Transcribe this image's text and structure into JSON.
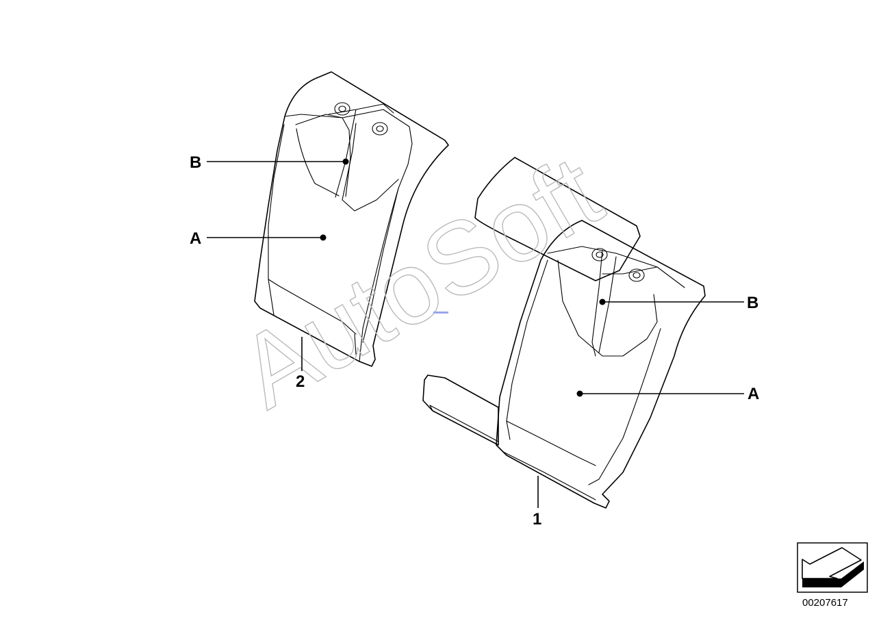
{
  "watermark": "AutoSoft",
  "callouts": {
    "left_B": "B",
    "left_A": "A",
    "right_B": "B",
    "right_A": "A",
    "part_1": "1",
    "part_2": "2"
  },
  "part_number": "00207617",
  "icons": {
    "corner_badge": "arrow-badge-icon"
  }
}
